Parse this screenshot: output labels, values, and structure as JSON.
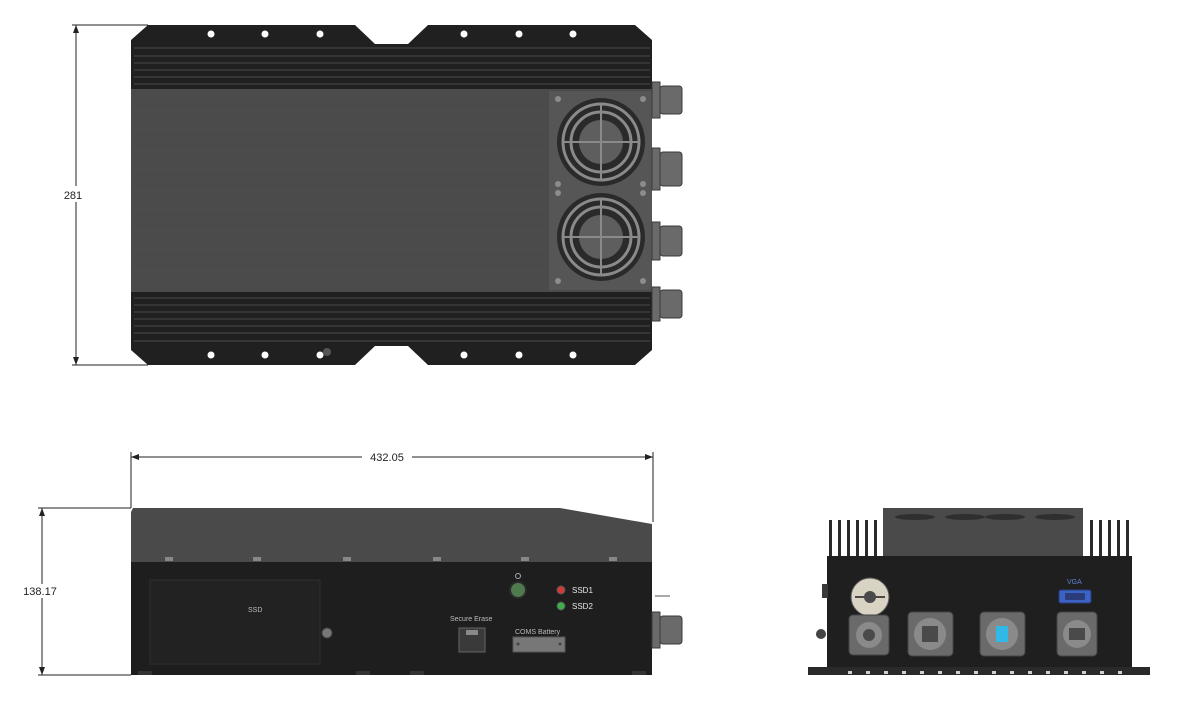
{
  "dimensions": {
    "height_top": "281",
    "width_front": "432.05",
    "height_front": "138.17"
  },
  "labels": {
    "ssd": "SSD",
    "ssd1": "SSD1",
    "ssd2": "SSD2",
    "secure_erase": "Secure Erase",
    "coms_battery": "COMS Battery",
    "vga": "VGA"
  },
  "colors": {
    "chassis": "#1f1f1f",
    "panel": "#4a4a4a",
    "led_red": "#d23a3a",
    "led_green": "#3fae4a",
    "vga_blue": "#3b62c4",
    "ethernet_cyan": "#30b8e6"
  }
}
